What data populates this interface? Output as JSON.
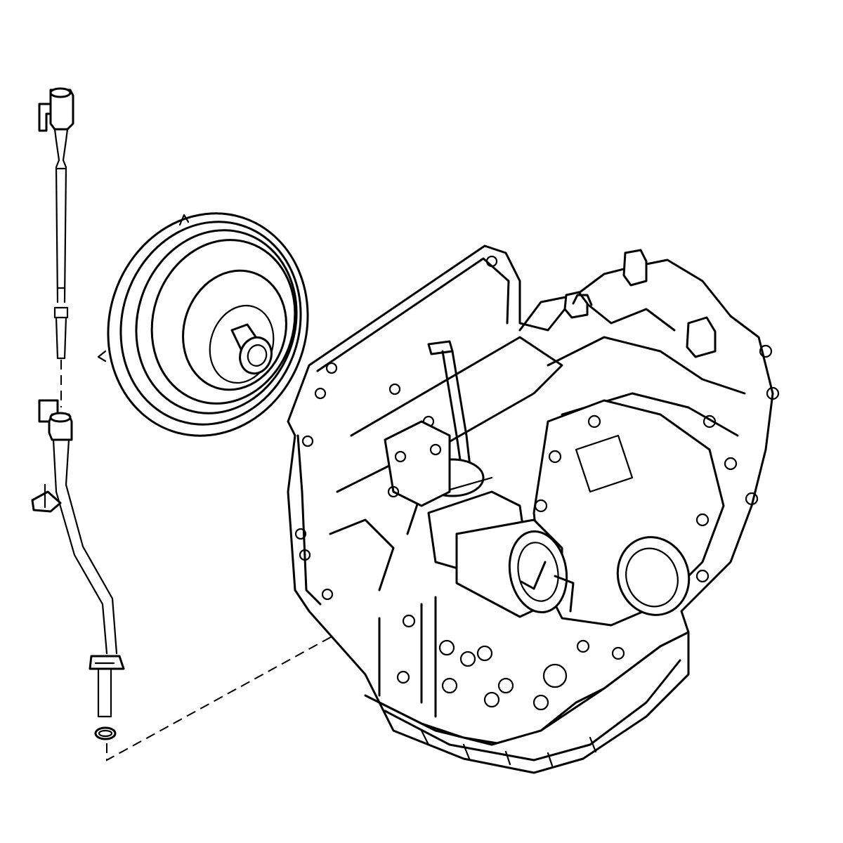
{
  "diagram": {
    "colors": {
      "line": "#000000",
      "background": "#ffffff"
    },
    "parts": [
      {
        "name": "dipstick"
      },
      {
        "name": "dipstick-tube"
      },
      {
        "name": "o-ring"
      },
      {
        "name": "torque-converter"
      },
      {
        "name": "transaxle-assembly"
      }
    ]
  }
}
